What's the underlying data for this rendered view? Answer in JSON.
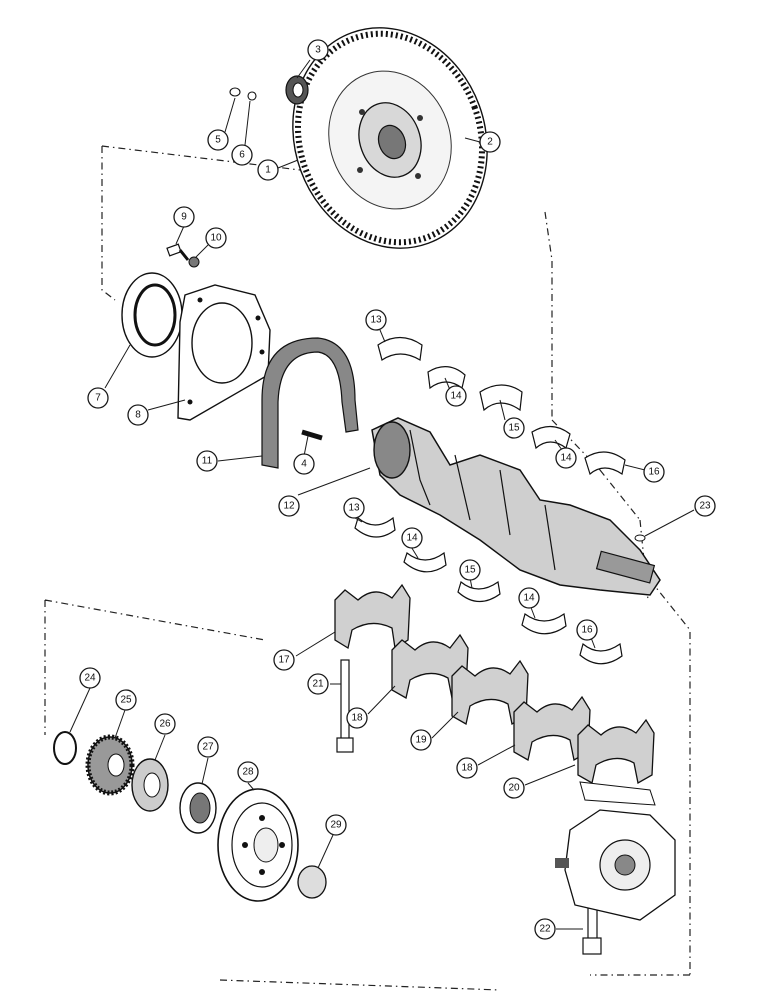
{
  "callouts": [
    {
      "id": "c1",
      "label": "1"
    },
    {
      "id": "c2",
      "label": "2"
    },
    {
      "id": "c3",
      "label": "3"
    },
    {
      "id": "c5",
      "label": "5"
    },
    {
      "id": "c6",
      "label": "6"
    },
    {
      "id": "c7",
      "label": "7"
    },
    {
      "id": "c8",
      "label": "8"
    },
    {
      "id": "c9",
      "label": "9"
    },
    {
      "id": "c10",
      "label": "10"
    },
    {
      "id": "c11",
      "label": "11"
    },
    {
      "id": "c4",
      "label": "4"
    },
    {
      "id": "c12",
      "label": "12"
    },
    {
      "id": "c13a",
      "label": "13"
    },
    {
      "id": "c14a",
      "label": "14"
    },
    {
      "id": "c15a",
      "label": "15"
    },
    {
      "id": "c14b",
      "label": "14"
    },
    {
      "id": "c16a",
      "label": "16"
    },
    {
      "id": "c23",
      "label": "23"
    },
    {
      "id": "c13b",
      "label": "13"
    },
    {
      "id": "c14c",
      "label": "14"
    },
    {
      "id": "c15b",
      "label": "15"
    },
    {
      "id": "c14d",
      "label": "14"
    },
    {
      "id": "c16b",
      "label": "16"
    },
    {
      "id": "c17",
      "label": "17"
    },
    {
      "id": "c21",
      "label": "21"
    },
    {
      "id": "c18a",
      "label": "18"
    },
    {
      "id": "c19",
      "label": "19"
    },
    {
      "id": "c18b",
      "label": "18"
    },
    {
      "id": "c20",
      "label": "20"
    },
    {
      "id": "c22",
      "label": "22"
    },
    {
      "id": "c24",
      "label": "24"
    },
    {
      "id": "c25",
      "label": "25"
    },
    {
      "id": "c26",
      "label": "26"
    },
    {
      "id": "c27",
      "label": "27"
    },
    {
      "id": "c28",
      "label": "28"
    },
    {
      "id": "c29",
      "label": "29"
    }
  ],
  "colors": {
    "ink": "#111111",
    "paper": "#ffffff",
    "shade": "#8a8a8a"
  }
}
